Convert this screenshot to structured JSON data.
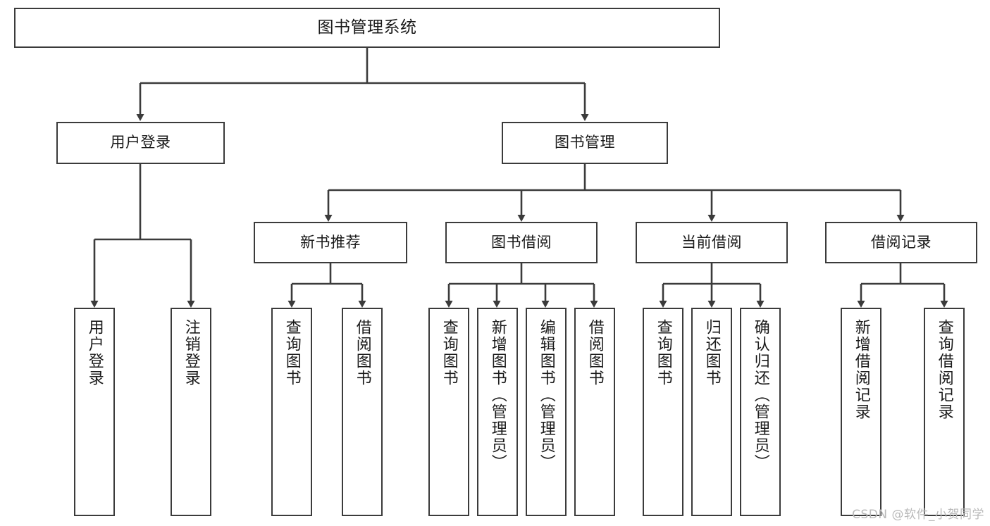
{
  "diagram": {
    "type": "tree",
    "title": "图书管理系统",
    "orientation": "top-down",
    "stroke_color": "#3b3b3b",
    "fill_color": "#ffffff",
    "text_color": "#1a1a1a"
  },
  "nodes": {
    "root": {
      "label": "图书管理系统"
    },
    "level1": [
      {
        "label": "用户登录"
      },
      {
        "label": "图书管理"
      }
    ],
    "level2": [
      {
        "label": "新书推荐"
      },
      {
        "label": "图书借阅"
      },
      {
        "label": "当前借阅"
      },
      {
        "label": "借阅记录"
      }
    ],
    "leaves": {
      "user_login": [
        {
          "label": "用户登录"
        },
        {
          "label": "注销登录"
        }
      ],
      "new_book": [
        {
          "label": "查询图书"
        },
        {
          "label": "借阅图书"
        }
      ],
      "book_borrow": [
        {
          "label": "查询图书"
        },
        {
          "label": "新增图书（管理员）"
        },
        {
          "label": "编辑图书（管理员）"
        },
        {
          "label": "借阅图书"
        }
      ],
      "current_borrow": [
        {
          "label": "查询图书"
        },
        {
          "label": "归还图书"
        },
        {
          "label": "确认归还（管理员）"
        }
      ],
      "borrow_record": [
        {
          "label": "新增借阅记录"
        },
        {
          "label": "查询借阅记录"
        }
      ]
    }
  },
  "watermark": {
    "text": "CSDN @软件_小贺同学"
  }
}
